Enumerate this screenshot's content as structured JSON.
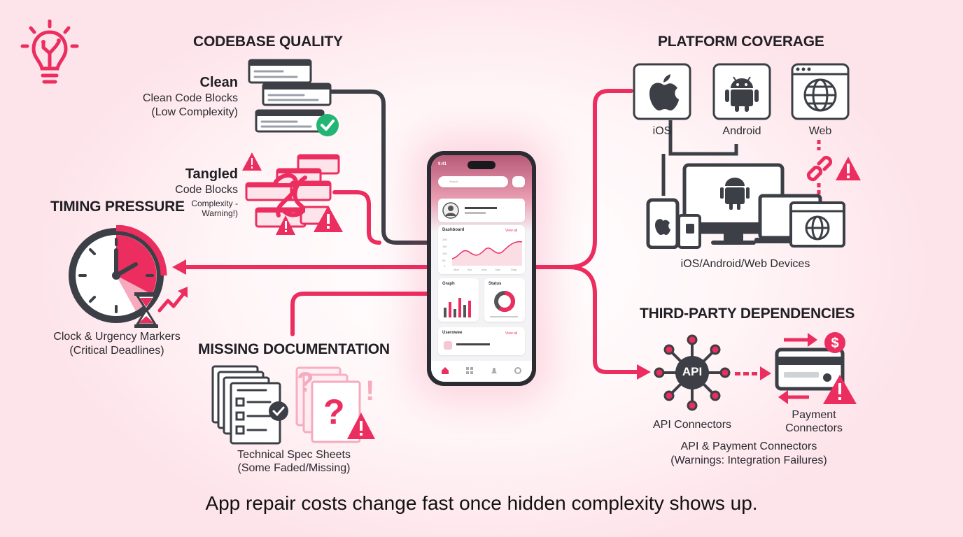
{
  "colors": {
    "accent": "#ec2d5f",
    "dark": "#3c3f46",
    "success": "#22b573"
  },
  "icons": [
    "lightbulb-icon",
    "code-window-icon",
    "check-icon",
    "warning-icon",
    "tangle-icon",
    "clock-icon",
    "hourglass-icon",
    "trend-arrow-icon",
    "document-icon",
    "question-icon",
    "apple-icon",
    "android-icon",
    "globe-icon",
    "broken-link-icon",
    "devices-icon",
    "api-hub-icon",
    "card-icon",
    "dollar-icon"
  ],
  "codebase": {
    "title": "CODEBASE QUALITY",
    "clean_heading": "Clean",
    "clean_line1": "Clean Code Blocks",
    "clean_line2": "(Low Complexity)",
    "tangled_heading": "Tangled",
    "tangled_line1": "Code Blocks",
    "tangled_line2": "Complexity -",
    "tangled_line3": "Warning!)"
  },
  "timing": {
    "title": "TIMING PRESSURE",
    "line1": "Clock & Urgency Markers",
    "line2": "(Critical Deadlines)"
  },
  "docs": {
    "title": "MISSING DOCUMENTATION",
    "line1": "Technical Spec Sheets",
    "line2": "(Some Faded/Missing)"
  },
  "platform": {
    "title": "PLATFORM COVERAGE",
    "ios": "iOS",
    "android": "Android",
    "web": "Web",
    "devices": "iOS/Android/Web Devices"
  },
  "dependencies": {
    "title": "THIRD-PARTY DEPENDENCIES",
    "api_badge": "API",
    "api_label": "API Connectors",
    "payment_line1": "Payment",
    "payment_line2": "Connectors",
    "caption1": "API & Payment Connectors",
    "caption2": "(Warnings: Integration Failures)"
  },
  "phone": {
    "time": "9:41",
    "search": "Search",
    "dashboard": "Dashboard",
    "view_all": "View all",
    "graph": "Graph",
    "status": "Status",
    "users": "Userowee",
    "view_all2": "View all",
    "y_ticks": [
      "200",
      "150",
      "100",
      "50",
      "0"
    ],
    "x_ticks": [
      "Mon",
      "Apr",
      "Mon",
      "Mar",
      "Step"
    ]
  },
  "footer": "App repair costs change fast once hidden complexity shows up."
}
